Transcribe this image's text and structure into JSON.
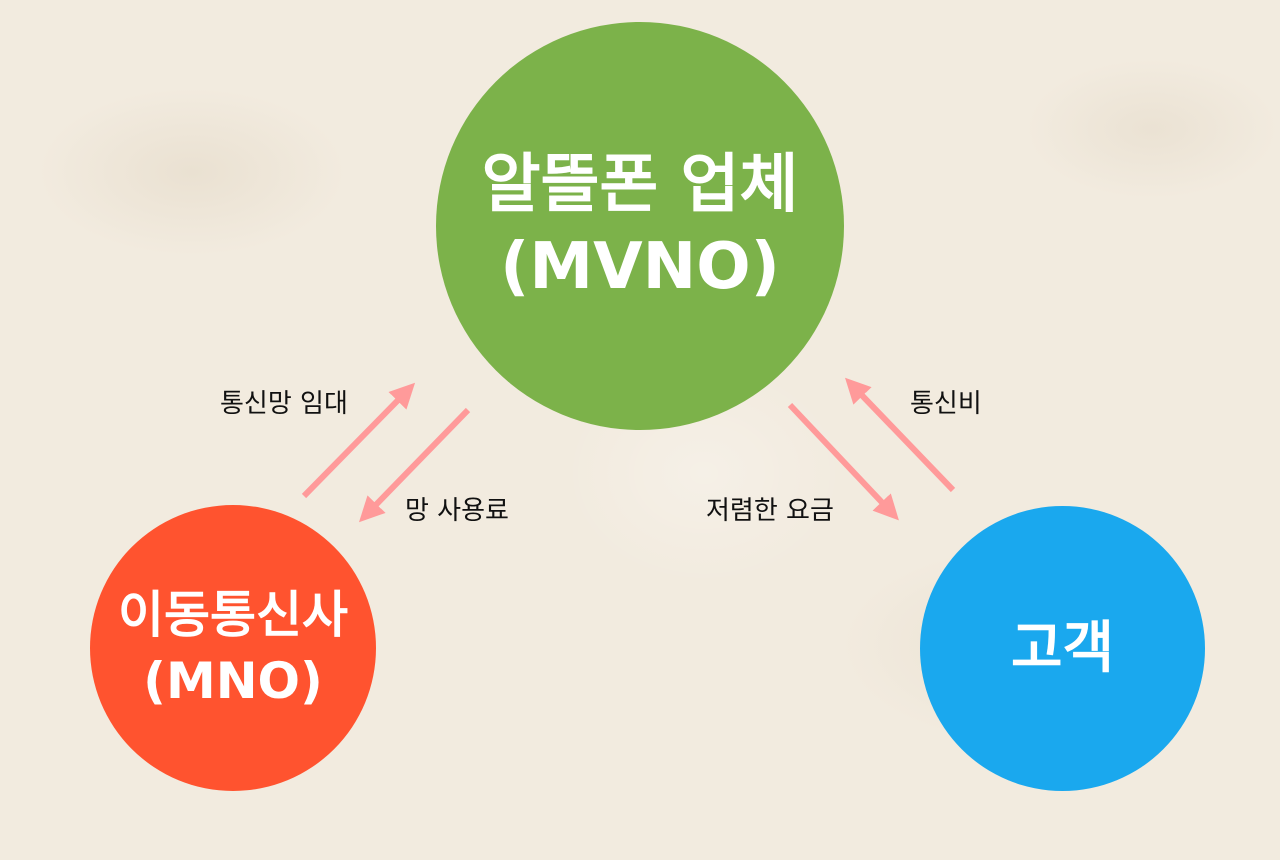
{
  "nodes": {
    "mvno": {
      "line1": "알뜰폰 업체",
      "line2": "(MVNO)",
      "color": "#7cb24a"
    },
    "mno": {
      "line1": "이동통신사",
      "line2": "(MNO)",
      "color": "#ff532f"
    },
    "customer": {
      "line1": "고객",
      "color": "#1aa8ee"
    }
  },
  "edges": {
    "mno_to_mvno": "통신망 임대",
    "mvno_to_mno": "망 사용료",
    "mvno_to_customer": "저렴한 요금",
    "customer_to_mvno": "통신비"
  },
  "arrow_color": "#ff9a9a"
}
